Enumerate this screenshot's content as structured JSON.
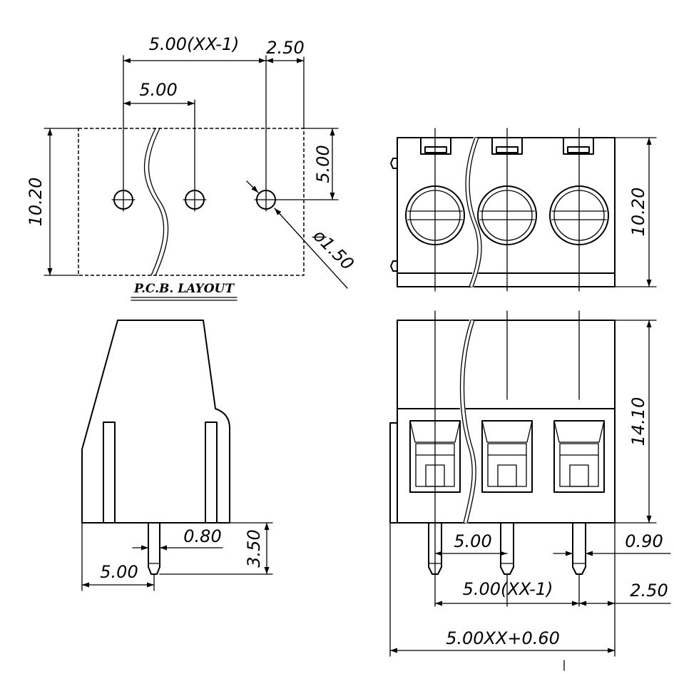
{
  "labels": {
    "pcb_layout": "P.C.B. LAYOUT",
    "top_span": "5.00(XX-1)",
    "top_offset": "2.50",
    "top_pitch": "5.00",
    "left_height": "10.20",
    "right_offset": "5.00",
    "hole_dia": "ø1.50",
    "front_height": "10.20",
    "side_pin_width": "0.80",
    "side_pin_length": "3.50",
    "side_pin_offset": "5.00",
    "body_height": "14.10",
    "pin_width": "0.90",
    "bottom_pitch": "5.00",
    "bottom_span": "5.00(XX-1)",
    "bottom_offset": "2.50",
    "total_width": "5.00XX+0.60"
  }
}
